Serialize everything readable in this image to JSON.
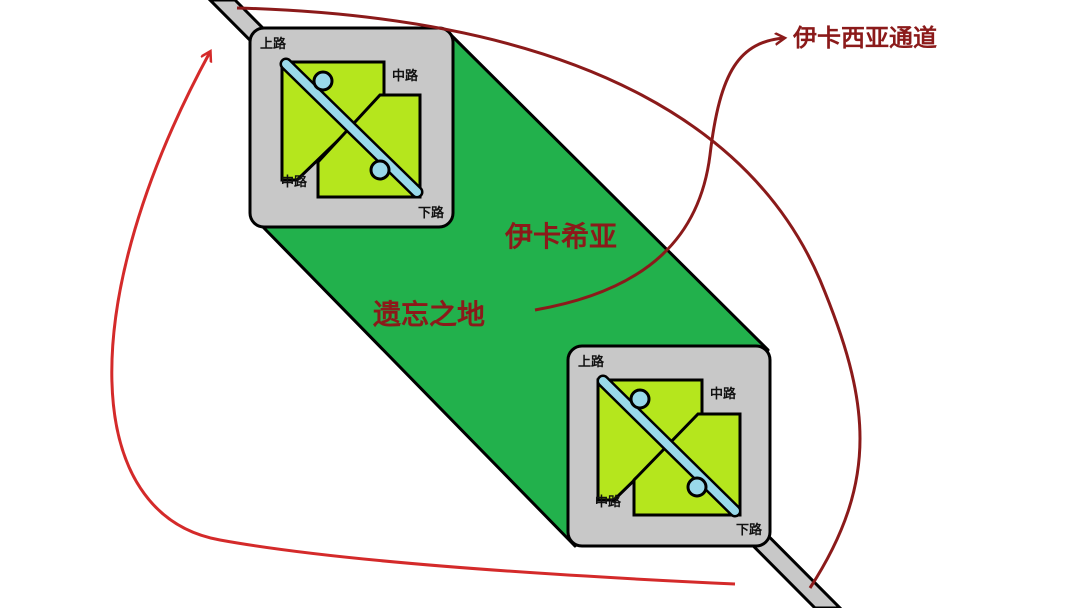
{
  "labels": {
    "top_road": "上路",
    "mid_road": "中路",
    "bot_road": "下路",
    "icathia": "伊卡希亚",
    "forgotten_land": "遗忘之地",
    "icathia_passage": "伊卡西亚通道"
  },
  "colors": {
    "road_gray": "#c8c8c8",
    "jungle_green": "#22b14c",
    "lane_lime": "#b5e61d",
    "river_blue": "#99d9ea",
    "arrow_red": "#d42a2a",
    "arrow_dark_red": "#8b1a1a",
    "text_dark_red": "#8b1a1a",
    "outline": "#000000"
  }
}
